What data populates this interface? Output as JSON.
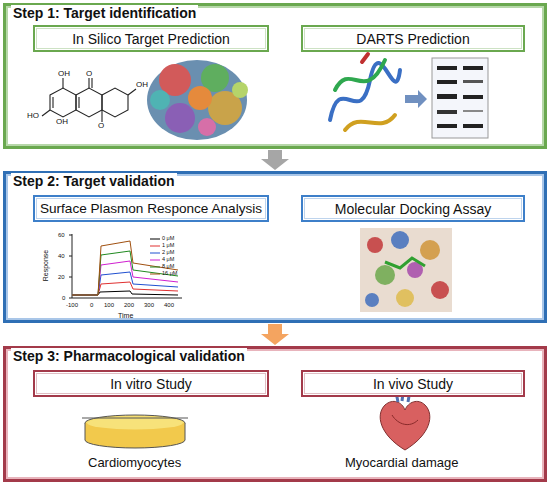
{
  "diagram": {
    "nodes": [
      {
        "text": [
          "Step 1: Target identification"
        ]
      },
      {
        "text": [
          "In Silico Target Prediction"
        ],
        "in": 0
      },
      {
        "text": [
          "DARTS Prediction"
        ],
        "in": 0
      },
      {
        "text": [
          "Step 2: Target validation"
        ]
      },
      {
        "text": [
          "Surface Plasmon Responce Analysis"
        ],
        "in": 3
      },
      {
        "text": [
          "Molecular Docking Assay"
        ],
        "in": 3
      },
      {
        "text": [
          "Step 3: Pharmacological validation"
        ]
      },
      {
        "text": [
          "In vitro Study"
        ],
        "in": 6
      },
      {
        "text": [
          "In vivo Study"
        ],
        "in": 6
      }
    ],
    "edges": [
      {
        "from": 0,
        "to": 3,
        "arrow": "to"
      },
      {
        "from": 3,
        "to": 6,
        "arrow": "to"
      }
    ],
    "labels": [
      "HO",
      "OH",
      "O",
      "O",
      "OH",
      "OH",
      "Response",
      "Time",
      "-100",
      "0",
      "100",
      "200",
      "300",
      "400",
      "0",
      "20",
      "40",
      "60",
      "Cardiomyocytes",
      "Myocardial damage"
    ],
    "legend": [
      {
        "text": "0 μM"
      },
      {
        "text": "1 μM"
      },
      {
        "text": "2 μM"
      },
      {
        "text": "4 μM"
      },
      {
        "text": "8 μM"
      },
      {
        "text": "16 μM"
      }
    ]
  }
}
